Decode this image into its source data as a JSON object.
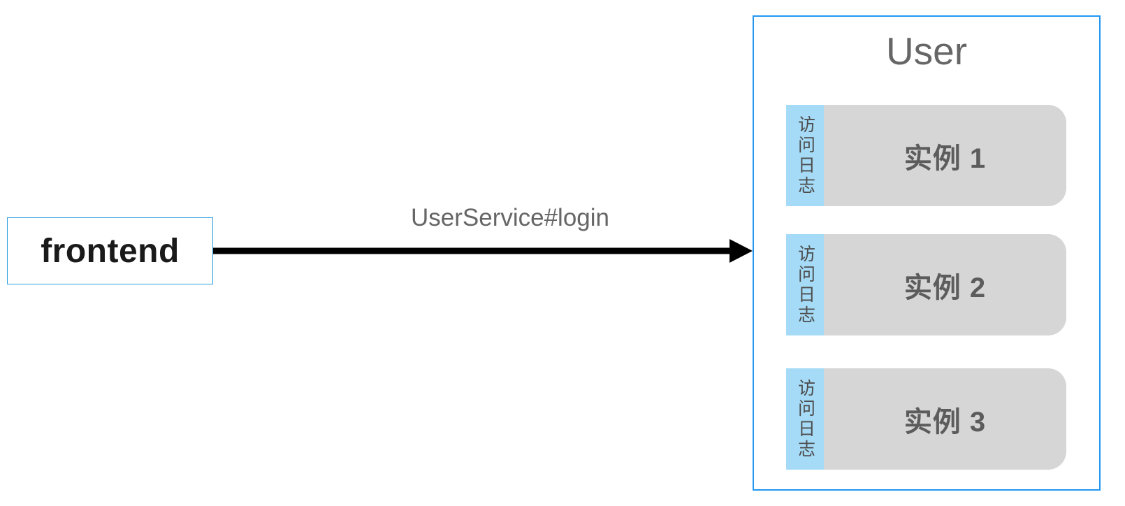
{
  "frontend": {
    "label": "frontend"
  },
  "arrow": {
    "label": "UserService#login"
  },
  "user_group": {
    "title": "User",
    "instances": [
      {
        "sidebar": "访问日志",
        "label": "实例 1"
      },
      {
        "sidebar": "访问日志",
        "label": "实例 2"
      },
      {
        "sidebar": "访问日志",
        "label": "实例 3"
      }
    ]
  },
  "colors": {
    "frontend_border": "#2d9fe0",
    "container_border": "#2196f3",
    "log_strip_bg": "#a5dbf7",
    "instance_bg": "#d6d6d6",
    "muted_text": "#666666",
    "arrow": "#000000"
  }
}
